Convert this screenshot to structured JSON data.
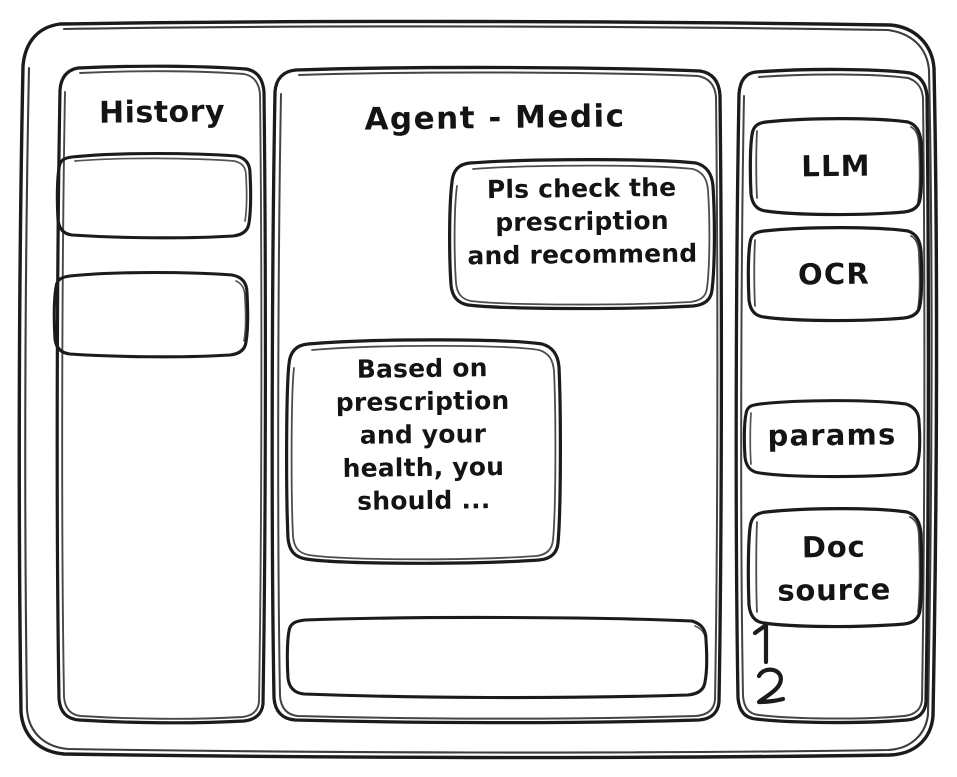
{
  "window": {
    "style": "hand-drawn wireframe",
    "ink_color": "#1b1b1b",
    "background_color": "#ffffff"
  },
  "sidebar_left": {
    "title": "History",
    "items": [
      {
        "label": ""
      },
      {
        "label": ""
      }
    ]
  },
  "main": {
    "title": "Agent - Medic",
    "messages": [
      {
        "role": "user",
        "text": "Pls check the\nprescription\nand recommend"
      },
      {
        "role": "assistant",
        "text": "Based on\nprescription\nand your\nhealth, you\nshould ..."
      }
    ],
    "composer": {
      "value": "",
      "placeholder": ""
    }
  },
  "sidebar_right": {
    "tools": [
      {
        "label": "LLM"
      },
      {
        "label": "OCR"
      },
      {
        "label": "params"
      }
    ],
    "doc_source": {
      "label": "Doc\nsource",
      "entries": [
        {
          "label": "1"
        },
        {
          "label": "2"
        }
      ]
    }
  }
}
